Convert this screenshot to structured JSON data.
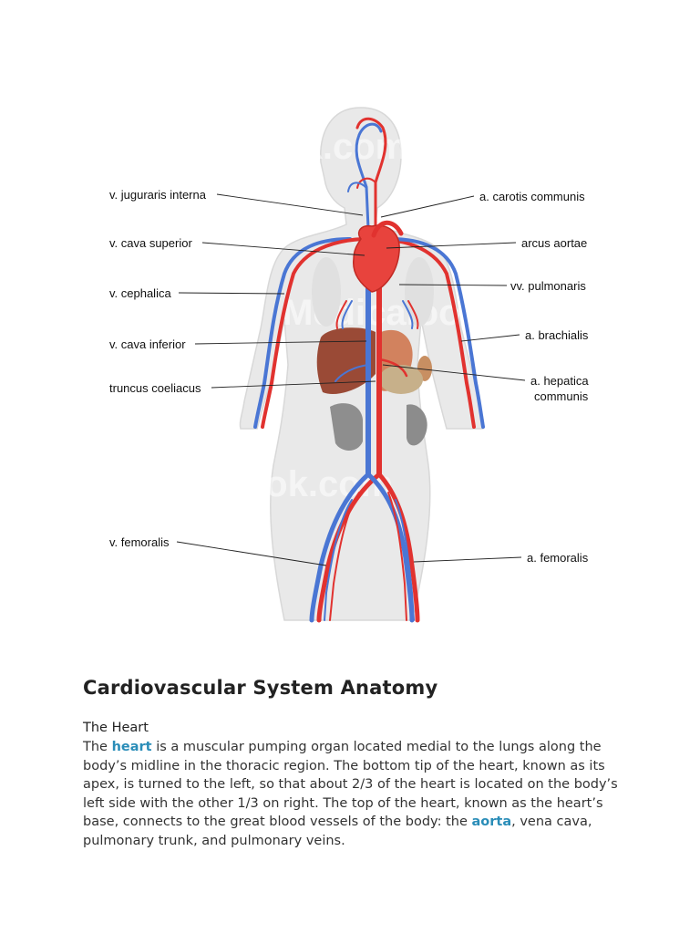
{
  "figure": {
    "watermarks": [
      "Medicalook.com",
      "Medicalook.com",
      "Medicalook.com"
    ],
    "labels": {
      "left": [
        "v. juguraris interna",
        "v. cava superior",
        "v. cephalica",
        "v. cava inferior",
        "truncus coeliacus",
        "v. femoralis"
      ],
      "right": [
        "a. carotis communis",
        "arcus aortae",
        "vv. pulmonaris",
        "a. brachialis",
        "a. hepatica",
        "communis",
        "a. femoralis"
      ]
    },
    "colors": {
      "artery": "#e1322f",
      "vein": "#4a76d4",
      "body": "#e9e9e9",
      "link": "#2a8db8"
    }
  },
  "article": {
    "title": "Cardiovascular System Anatomy",
    "section": "The Heart",
    "paragraph": [
      "The ",
      "heart",
      " is a muscular pumping organ located medial to the lungs along the body’s midline in the thoracic region. The bottom tip of the heart, known as its apex, is turned to the left, so that about 2/3 of the heart is located on the body’s left side with the other 1/3 on right. The top of the heart, known as the heart’s base, connects to the great blood vessels of the body: the ",
      "aorta",
      ", vena cava, pulmonary trunk, and pulmonary veins."
    ]
  }
}
